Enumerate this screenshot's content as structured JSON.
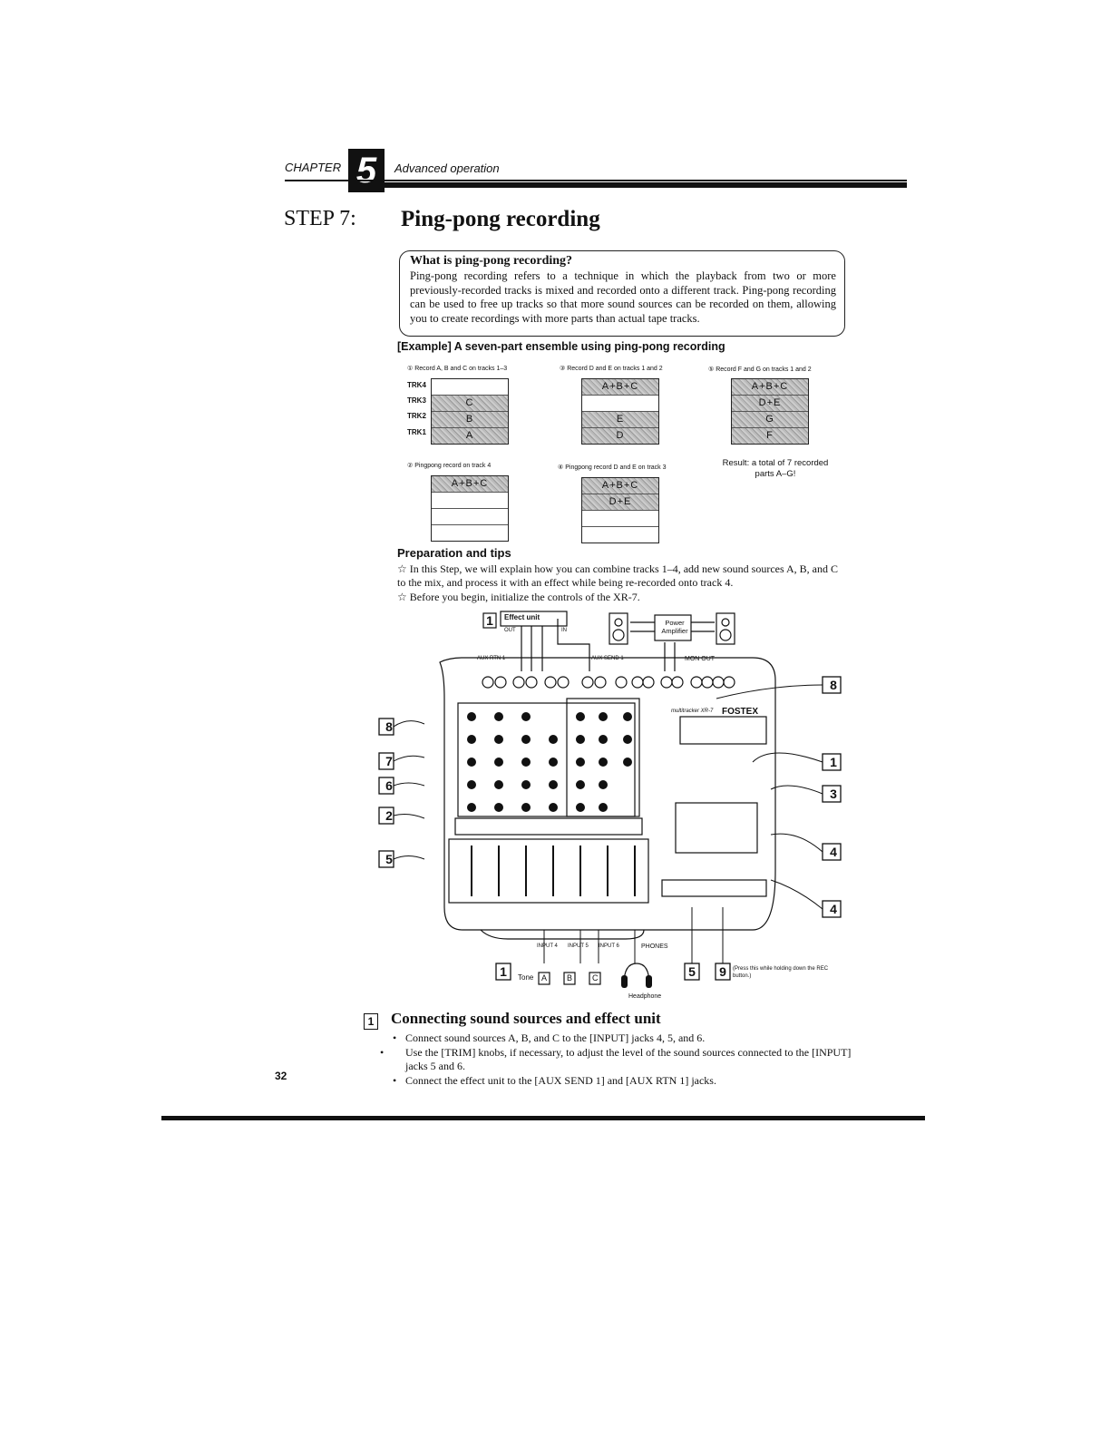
{
  "header": {
    "chapter_word": "CHAPTER",
    "chapter_number": "5",
    "chapter_title": "Advanced operation"
  },
  "step": {
    "label": "STEP 7:",
    "title": "Ping-pong recording"
  },
  "info_box": {
    "title": "What is ping-pong recording?",
    "text": "Ping-pong recording refers to a technique in which the playback from two or more previously-recorded tracks is mixed and recorded onto a different track. Ping-pong recording can be used to free up tracks so that more sound sources can be recorded on them, allowing you to create recordings with more parts than actual tape tracks."
  },
  "example": {
    "heading": "[Example] A seven-part ensemble using ping-pong recording",
    "track_labels": [
      "TRK4",
      "TRK3",
      "TRK2",
      "TRK1"
    ],
    "steps": [
      {
        "caption": "① Record A, B and C on tracks 1–3",
        "rows": [
          "",
          "C",
          "B",
          "A"
        ]
      },
      {
        "caption": "② Pingpong record on track 4",
        "rows": [
          "A+B+C",
          "",
          "",
          ""
        ]
      },
      {
        "caption": "③ Record D and E on tracks 1 and 2",
        "rows": [
          "A+B+C",
          "",
          "E",
          "D"
        ]
      },
      {
        "caption": "④ Pingpong record D and E on track 3",
        "rows": [
          "A+B+C",
          "D+E",
          "",
          ""
        ]
      },
      {
        "caption": "⑤ Record F and G on tracks 1 and 2",
        "rows": [
          "A+B+C",
          "D+E",
          "G",
          "F"
        ]
      }
    ],
    "result": "Result: a total of 7 recorded parts A–G!"
  },
  "prep": {
    "heading": "Preparation and tips",
    "tips": [
      "☆ In this Step, we will explain how you can combine tracks 1–4, add new sound sources A, B, and C to the mix, and process it with an effect while being re-recorded onto track 4.",
      "☆ Before you begin, initialize the controls of the XR-7."
    ]
  },
  "figure": {
    "effect_unit": "Effect unit",
    "out": "OUT",
    "in": "IN",
    "power_amplifier": "Power Amplifier",
    "aux_rtn": "AUX RTN 1",
    "aux_send": "AUX SEND 1",
    "mon_out": "MON OUT",
    "brand": "FOSTEX",
    "model": "multitracker XR-7",
    "inputs": [
      "INPUT 4",
      "INPUT 5",
      "INPUT 6"
    ],
    "phones": "PHONES",
    "tone": "Tone",
    "sources": [
      "A",
      "B",
      "C"
    ],
    "headphone": "Headphone",
    "rec_note": "(Press this while holding down the REC button.)",
    "callouts": [
      "8",
      "7",
      "6",
      "2",
      "5",
      "8",
      "1",
      "3",
      "4",
      "4",
      "1",
      "5",
      "9",
      "1"
    ]
  },
  "section": {
    "number": "1",
    "title": "Connecting sound sources and effect unit",
    "bullets": [
      "Connect sound sources A, B, and C to the [INPUT] jacks 4, 5, and 6.",
      "Use the [TRIM] knobs, if necessary, to adjust the level of the sound sources connected to the [INPUT] jacks 5 and 6.",
      "Connect the effect unit to the [AUX SEND 1] and [AUX RTN 1] jacks."
    ]
  },
  "page_number": "32"
}
